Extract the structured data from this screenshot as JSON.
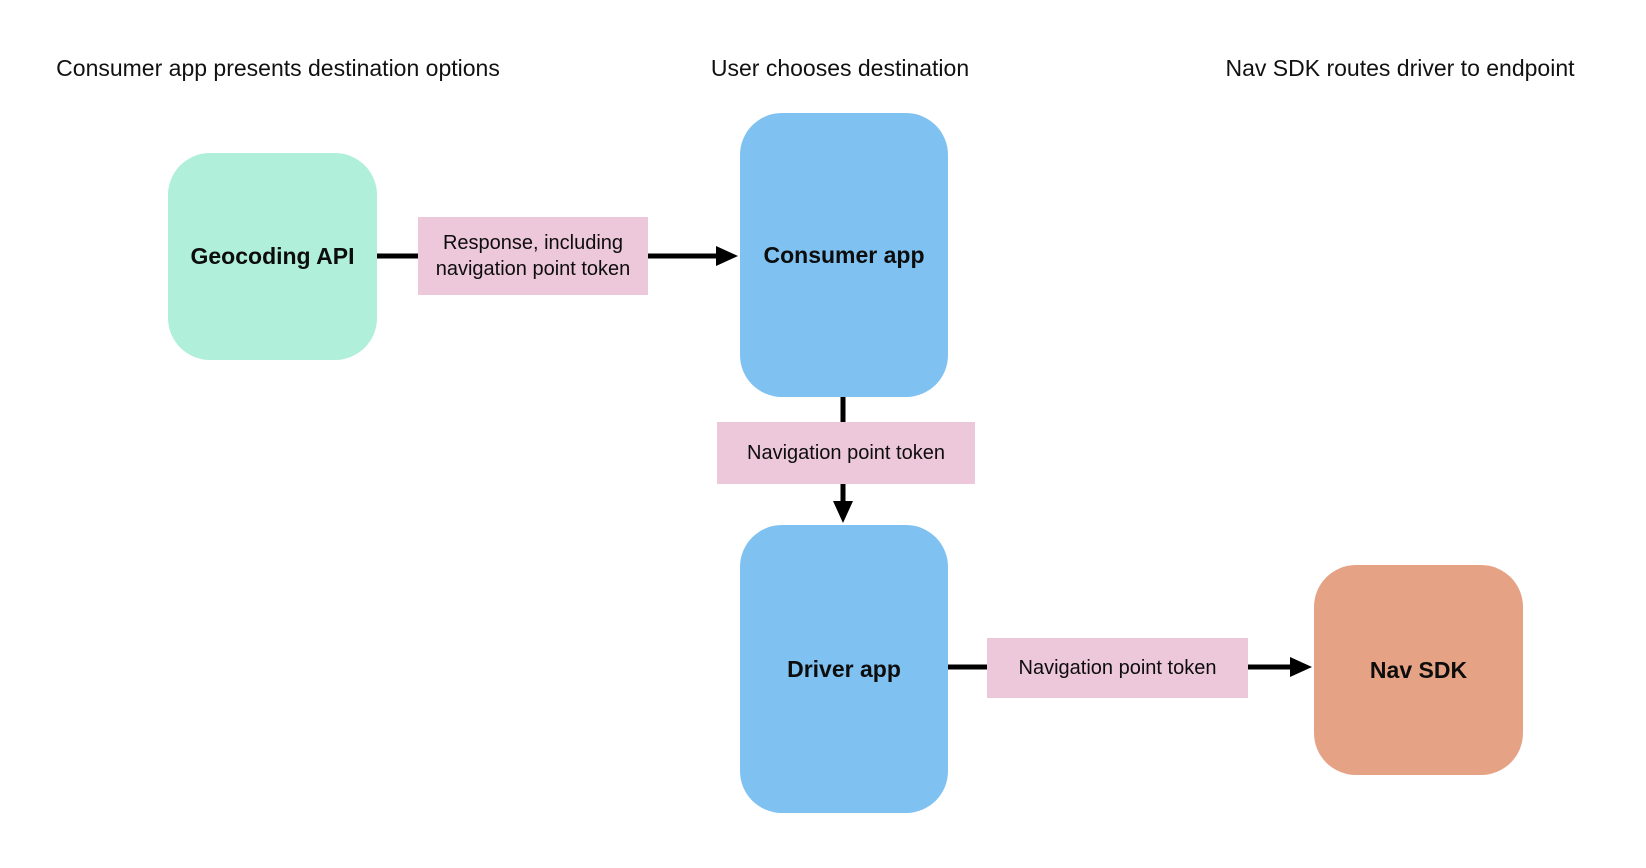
{
  "diagram": {
    "stage_headers": [
      {
        "label": "Consumer app presents destination options"
      },
      {
        "label": "User chooses destination"
      },
      {
        "label": "Nav SDK routes driver to endpoint"
      }
    ],
    "nodes": {
      "geocoding_api": {
        "label": "Geocoding API",
        "color": "#b0efda"
      },
      "consumer_app": {
        "label": "Consumer app",
        "color": "#7fc1f0"
      },
      "driver_app": {
        "label": "Driver app",
        "color": "#7fc1f0"
      },
      "nav_sdk": {
        "label": "Nav SDK",
        "color": "#e5a284"
      }
    },
    "edge_labels": {
      "response": {
        "label": "Response, including navigation point token",
        "color": "#edc7da"
      },
      "token_consumer_driver": {
        "label": "Navigation point token",
        "color": "#edc7da"
      },
      "token_driver_navsdk": {
        "label": "Navigation point token",
        "color": "#edc7da"
      }
    },
    "arrow_color": "#000000",
    "background_color": "#ffffff"
  }
}
